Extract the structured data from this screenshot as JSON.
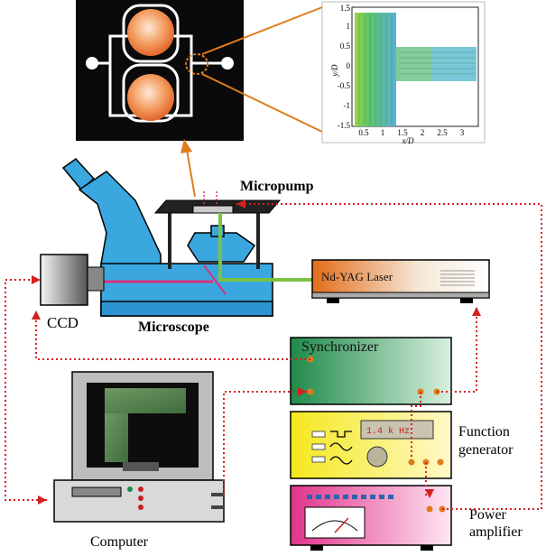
{
  "labels": {
    "micropump": "Micropump",
    "microscope": "Microscope",
    "ccd": "CCD",
    "laser": "Nd-YAG Laser",
    "synchronizer": "Synchronizer",
    "function_generator_line1": "Function",
    "function_generator_line2": "generator",
    "power_amplifier_line1": "Power",
    "power_amplifier_line2": "amplifier",
    "computer": "Computer",
    "fg_display": "1.4 k Hz"
  },
  "plot": {
    "xlabel": "x/D",
    "ylabel": "y/D",
    "xticks": [
      "0.5",
      "1",
      "1.5",
      "2",
      "2.5",
      "3"
    ],
    "yticks": [
      "1.5",
      "1",
      "0.5",
      "0",
      "-0.5",
      "-1",
      "-1.5"
    ]
  },
  "colors": {
    "signal_line": "#d42020",
    "beam_green": "#7cc242",
    "beam_magenta": "#d6337f",
    "callout_orange": "#e07b1a",
    "microscope_blue": "#3aa7df"
  },
  "icons": {
    "ccd": "ccd-camera-icon",
    "computer": "computer-icon",
    "laser": "laser-box-icon",
    "meter": "analog-meter-icon"
  }
}
